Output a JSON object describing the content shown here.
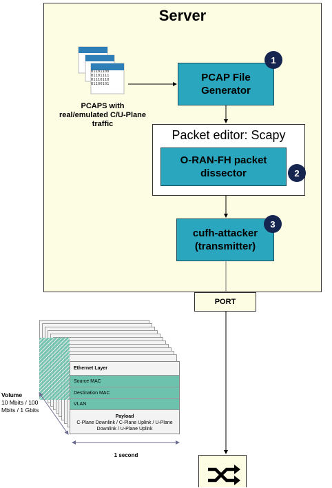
{
  "server": {
    "title": "Server"
  },
  "pcap_generator": {
    "label": "PCAP File Generator",
    "step": "1"
  },
  "packet_editor": {
    "title": "Packet editor: Scapy"
  },
  "dissector": {
    "label": "O-RAN-FH packet dissector",
    "step": "2"
  },
  "attacker": {
    "label": "cufh-attacker (transmitter)",
    "step": "3"
  },
  "pcaps": {
    "label": "PCAPS with real/emulated C/U-Plane traffic",
    "binary": [
      "01101100",
      "01101111",
      "01110110",
      "01100101"
    ]
  },
  "port": {
    "label": "PORT"
  },
  "packet": {
    "header": "Ethernet Layer",
    "source_mac": "Source MAC",
    "destination_mac": "Destination MAC",
    "vlan": "VLAN",
    "payload_title": "Payload",
    "payload_text": "C-Plane Downlink / C-Plane Uplink / U-Plane Downlink / U-Plane Uplink"
  },
  "volume": {
    "title": "Volume",
    "text": "10 Mbits / 100 Mbits / 1 Gbits"
  },
  "duration": {
    "label": "1 second"
  },
  "switch": {
    "icon": "shuffle-icon"
  },
  "colors": {
    "server_bg": "#fdfde3",
    "teal": "#2aa7bf",
    "badge": "#16254f",
    "packet_field": "#6cc2ad"
  }
}
